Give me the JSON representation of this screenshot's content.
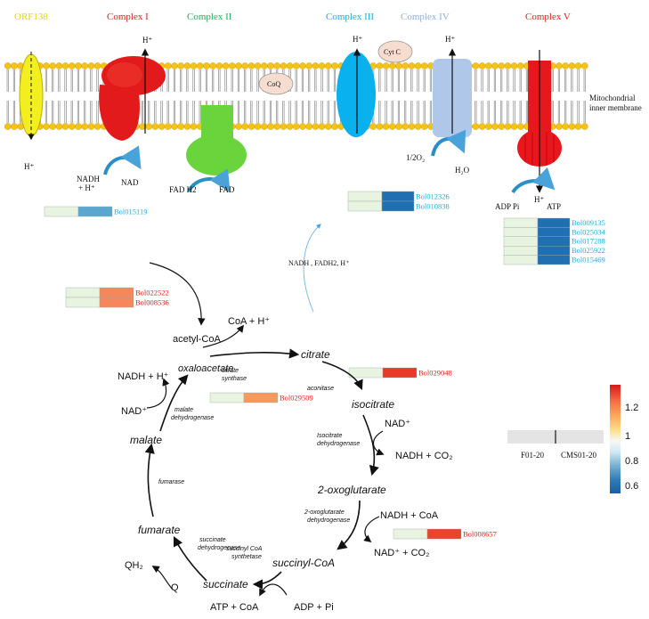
{
  "complexes": {
    "orf138": "ORF138",
    "complex1": "Complex I",
    "complex2": "Complex II",
    "complex3": "Complex III",
    "complex4": "Complex IV",
    "complex5": "Complex V"
  },
  "membrane_label_line1": "Mitochondrial",
  "membrane_label_line2": "inner membrane",
  "etc_labels": {
    "h1": "H⁺",
    "h2": "H⁺",
    "h3": "H⁺",
    "h4": "H⁺",
    "h5": "H⁺",
    "h6": "H⁺",
    "cytc": "Cyt C",
    "coq": "CoQ",
    "nadh_line1": "NADH",
    "nadh_line2": "+ H⁺",
    "nad": "NAD",
    "fadh2": "FAD H2",
    "fad": "FAD",
    "o2": "1/2O₂",
    "h2o": "H₂O",
    "adp": "ADP Pi",
    "atp": "ATP",
    "nadh_fadh2": "NADH , FADH2, H⁺"
  },
  "genes": {
    "c1": [
      "Bol015119"
    ],
    "c3": [
      "Bol012326",
      "Bol010838"
    ],
    "c5": [
      "Bol009135",
      "Bol025034",
      "Bol017288",
      "Bol025922",
      "Bol015469"
    ],
    "acetyl": [
      "Bol022522",
      "Bol008536"
    ],
    "cs": [
      "Bol029509"
    ],
    "aco": [
      "Bol029048"
    ],
    "ogdh": [
      "Bol008657"
    ]
  },
  "gene_colors": {
    "c1": "#5ba7d0",
    "c3": "#1f6fb2",
    "c5": "#1f6fb2",
    "acetyl": "#f4885a",
    "cs": "#f59a5c",
    "aco": "#e8392a",
    "ogdh": "#e8452e"
  },
  "tca": {
    "acetyl_coa": "acetyl-CoA",
    "coa_h": "CoA + H⁺",
    "citrate": "citrate",
    "oxaloacetate": "oxaloacetate",
    "nadh_h": "NADH + H⁺",
    "citrate_synthase_1": "citrate",
    "citrate_synthase_2": "synthase",
    "aconitase": "aconitase",
    "isocitrate": "isocitrate",
    "nad_plus_1": "NAD⁺",
    "nad_plus_2": "NAD⁺",
    "icdh_1": "Isocitrate",
    "icdh_2": "dehydrogenase",
    "nadh_co2": "NADH + CO₂",
    "oxoglutarate": "2-oxoglutarate",
    "ogdh_1": "2-oxoglutarate",
    "ogdh_2": "dehydrogenase",
    "nadh_coa": "NADH + CoA",
    "nad_co2": "NAD⁺ + CO₂",
    "succinyl_coa": "succinyl-CoA",
    "scs_1": "succinyl CoA",
    "scs_2": "synthetase",
    "succinate": "succinate",
    "atp_coa": "ATP + CoA",
    "adp_pi": "ADP + Pi",
    "sdh_1": "succinate",
    "sdh_2": "dehydrogenase",
    "qh2": "QH₂",
    "q": "Q",
    "fumarate": "fumarate",
    "fumarase": "fumarase",
    "malate": "malate",
    "mdh_1": "malate",
    "mdh_2": "dehydrogenase",
    "nad_plus_3": "NAD⁺"
  },
  "legend": {
    "sample1": "F01-20",
    "sample2": "CMS01-20",
    "scale_ticks": [
      "1.2",
      "1",
      "0.8",
      "0.6"
    ],
    "scale_colors": [
      "#d7191c",
      "#f46d43",
      "#fdae61",
      "#fee08b",
      "#f7f7f7",
      "#e0f3f8",
      "#abd9e9",
      "#74add1",
      "#2c7bb6",
      "#1a5fa5"
    ]
  }
}
